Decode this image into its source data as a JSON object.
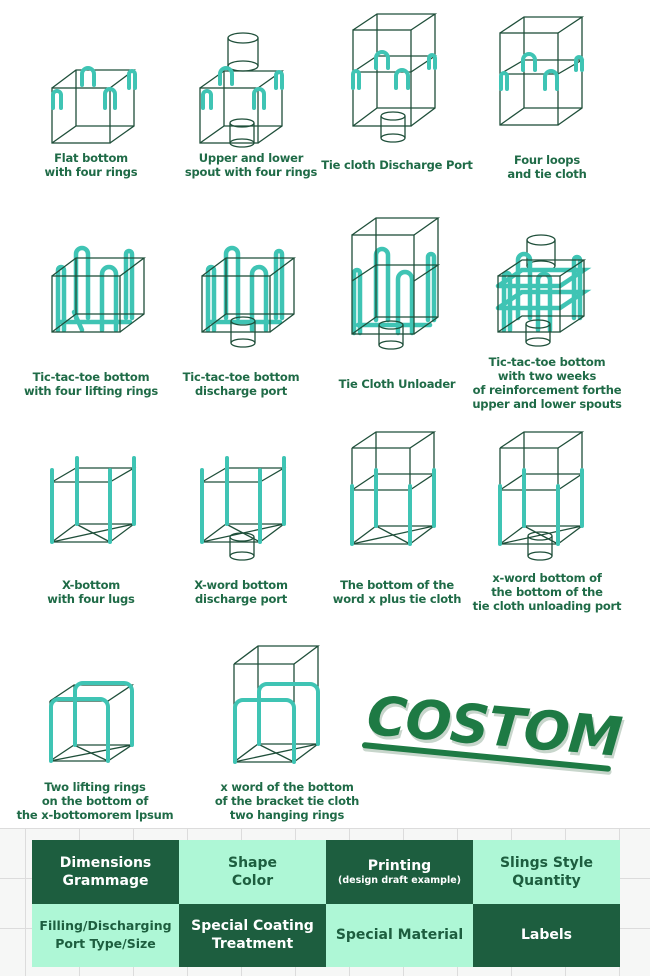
{
  "colors": {
    "line": "#1f4f3a",
    "ring": "#3fc4b4",
    "caption": "#1f6b47",
    "dark_cell": "#1d5e3f",
    "light_cell": "#aef7d6",
    "costom": "#1e7a44"
  },
  "bag_types": [
    {
      "caption": [
        "Flat bottom",
        "with four rings"
      ],
      "icon": "flat-bottom-four-rings-icon"
    },
    {
      "caption": [
        "Upper and lower",
        "spout with four rings"
      ],
      "icon": "upper-lower-spout-four-rings-icon"
    },
    {
      "caption": [
        "Tie cloth Discharge Port"
      ],
      "icon": "tie-cloth-discharge-port-icon"
    },
    {
      "caption": [
        "Four loops",
        "and tie cloth"
      ],
      "icon": "four-loops-tie-cloth-icon"
    },
    {
      "caption": [
        "Tic-tac-toe bottom",
        "with four lifting rings"
      ],
      "icon": "tic-tac-toe-four-lifting-rings-icon"
    },
    {
      "caption": [
        "Tic-tac-toe bottom",
        "discharge port"
      ],
      "icon": "tic-tac-toe-discharge-port-icon"
    },
    {
      "caption": [
        "Tie Cloth Unloader"
      ],
      "icon": "tie-cloth-unloader-icon"
    },
    {
      "caption": [
        "Tic-tac-toe bottom",
        "with two weeks",
        "of reinforcement forthe",
        "upper and lower spouts"
      ],
      "icon": "tic-tac-toe-reinforced-spouts-icon"
    },
    {
      "caption": [
        "X-bottom",
        "with four lugs"
      ],
      "icon": "x-bottom-four-lugs-icon"
    },
    {
      "caption": [
        "X-word bottom",
        "discharge port"
      ],
      "icon": "x-word-bottom-discharge-port-icon"
    },
    {
      "caption": [
        "The bottom of the",
        "word x plus tie cloth"
      ],
      "icon": "x-bottom-tie-cloth-icon"
    },
    {
      "caption": [
        "x-word bottom of",
        "the bottom of the",
        "tie cloth unloading port"
      ],
      "icon": "x-bottom-tie-cloth-unloading-port-icon"
    },
    {
      "caption": [
        "Two lifting rings",
        "on the bottom of",
        "the x-bottomorem lpsum"
      ],
      "icon": "two-lifting-rings-x-bottom-icon"
    },
    {
      "caption": [
        "x word of the bottom",
        "of the bracket tie cloth",
        "two hanging rings"
      ],
      "icon": "x-bottom-bracket-tie-cloth-two-rings-icon"
    }
  ],
  "banner": {
    "text": "COSTOM"
  },
  "custom_options": [
    {
      "title": [
        "Dimensions",
        "Grammage"
      ],
      "style": "dark"
    },
    {
      "title": [
        "Shape",
        "Color"
      ],
      "style": "light"
    },
    {
      "title": [
        "Printing"
      ],
      "sub": "(design draft example)",
      "style": "dark"
    },
    {
      "title": [
        "Slings Style",
        "Quantity"
      ],
      "style": "light"
    },
    {
      "title": [
        "Filling/Discharging",
        "Port Type/Size"
      ],
      "style": "light"
    },
    {
      "title": [
        "Special Coating",
        "Treatment"
      ],
      "style": "dark"
    },
    {
      "title": [
        "Special Material"
      ],
      "style": "light"
    },
    {
      "title": [
        "Labels"
      ],
      "style": "dark"
    }
  ]
}
